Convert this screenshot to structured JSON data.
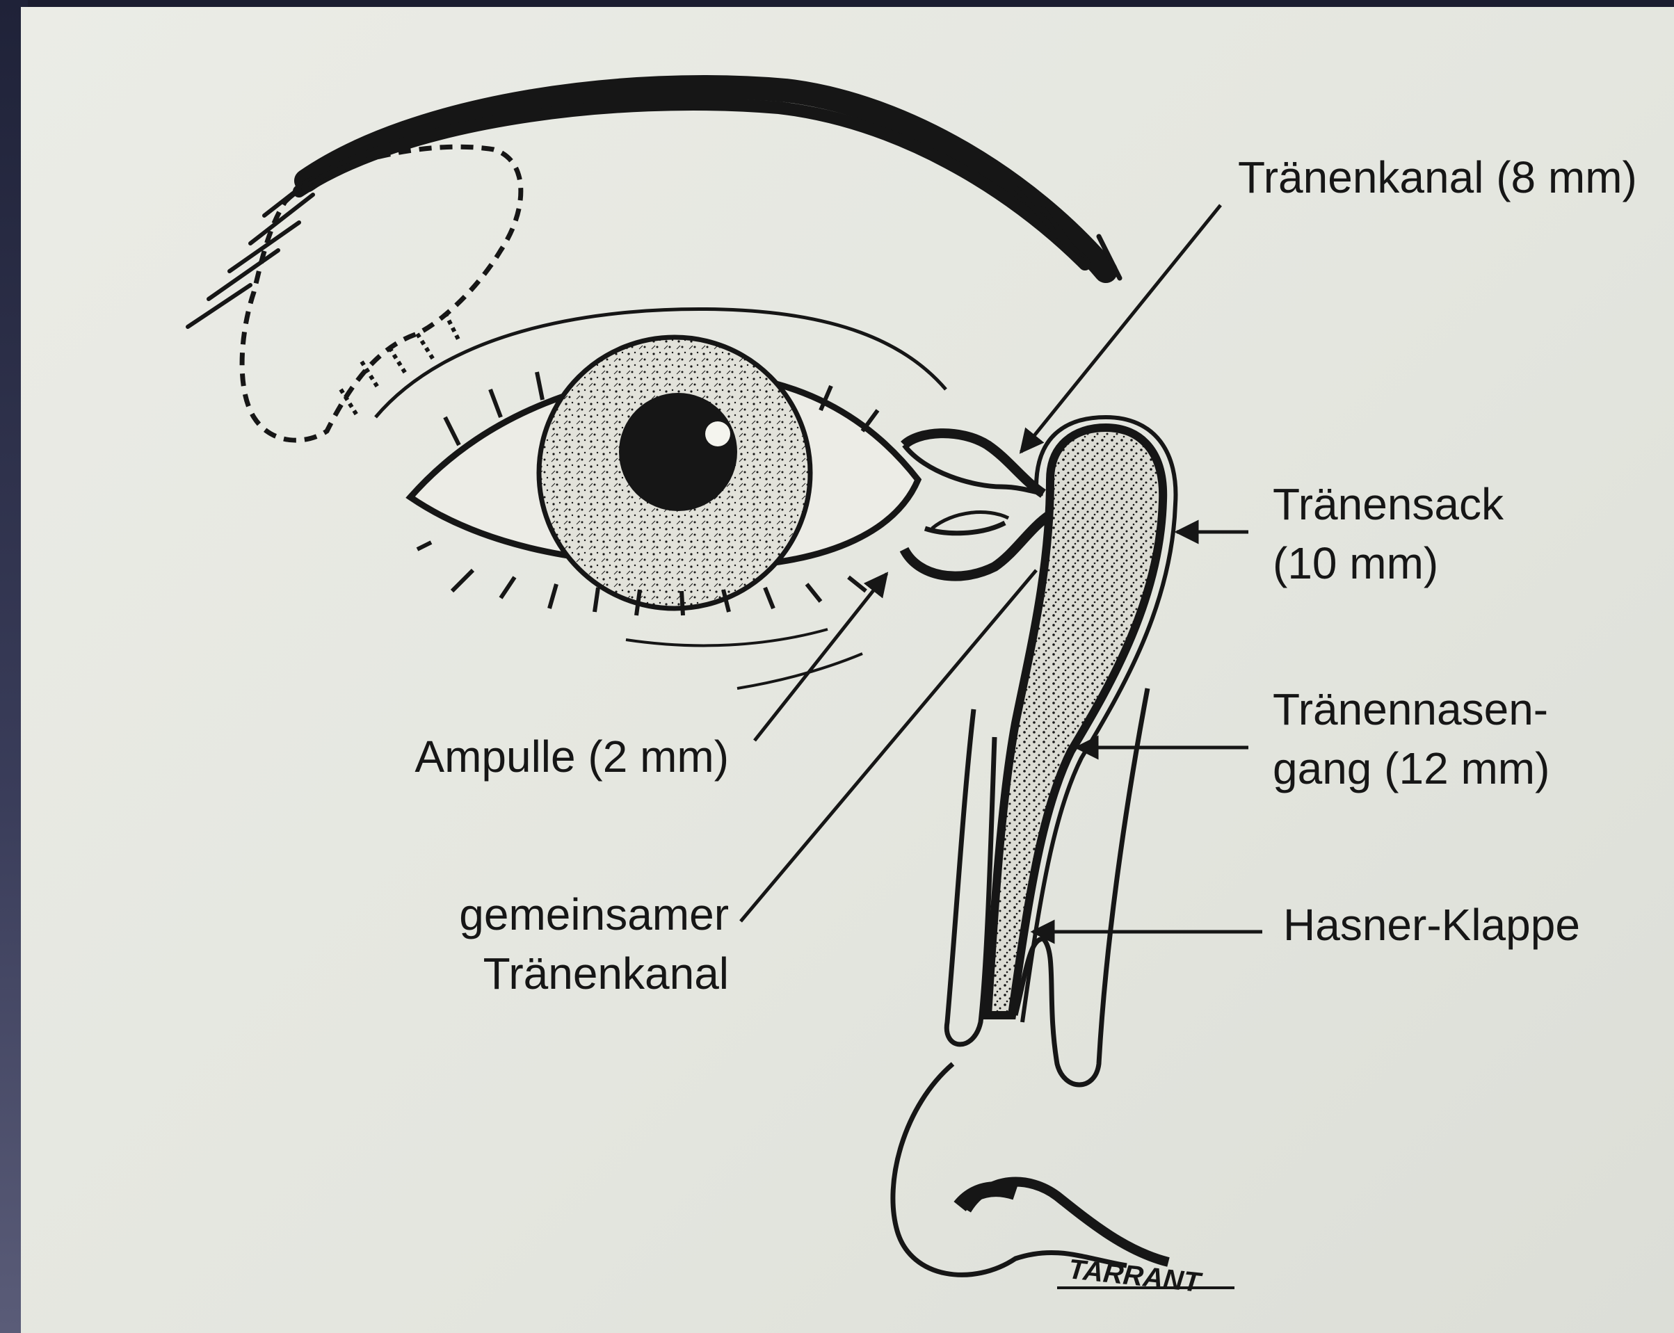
{
  "labels": {
    "canaliculus": "Tränenkanal (8 mm)",
    "sac_line1": "Tränensack",
    "sac_line2": "(10 mm)",
    "duct_line1": "Tränennasen-",
    "duct_line2": "gang (12 mm)",
    "valve": "Hasner-Klappe",
    "ampulla": "Ampulle (2 mm)",
    "common_line1": "gemeinsamer",
    "common_line2": "Tränenkanal"
  },
  "signature": "TARRANT",
  "colors": {
    "ink": "#161616",
    "paper": "#e6e7e1",
    "backdrop": "#2a2d45"
  }
}
